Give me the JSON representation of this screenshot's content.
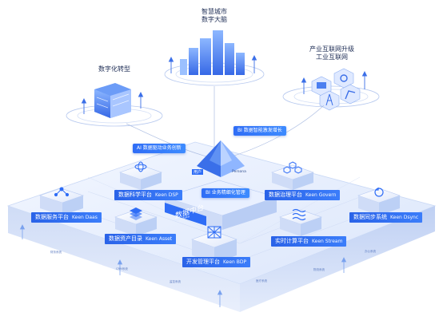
{
  "top_nodes": {
    "smart_city": [
      "智慧城市",
      "数字大脑"
    ],
    "digital_transform": "数字化转型",
    "industrial_internet": [
      "产业互联网升级",
      "工业互联网"
    ]
  },
  "flow_labels": {
    "ai_driven": "AI 数据驱动业务创新",
    "bi_driven": "BI 数据智能激发增长",
    "bi_refine": "BI 业务精细化管理",
    "user": "用户",
    "persona": "Persona"
  },
  "center": {
    "title": "数据中台",
    "subtitle": "Keendata"
  },
  "platforms": [
    {
      "cn": "数据服务平台",
      "en": "Keen Daas"
    },
    {
      "cn": "数据科学平台",
      "en": "Keen DSP"
    },
    {
      "cn": "数据治理平台",
      "en": "Keen Govern"
    },
    {
      "cn": "数据同步系统",
      "en": "Keen Dsync"
    },
    {
      "cn": "数据资产目录",
      "en": "Keen Asset"
    },
    {
      "cn": "实时计算平台",
      "en": "Keen Stream"
    },
    {
      "cn": "开发管理平台",
      "en": "Keen BDP"
    }
  ],
  "edge_labels": [
    "财务系统",
    "CRM系统",
    "监控系统",
    "医疗系统",
    "物流系统",
    "办公系统"
  ],
  "colors": {
    "primary": "#2f6df6",
    "light": "#e8f0ff",
    "dark_text": "#1a2c5a"
  }
}
